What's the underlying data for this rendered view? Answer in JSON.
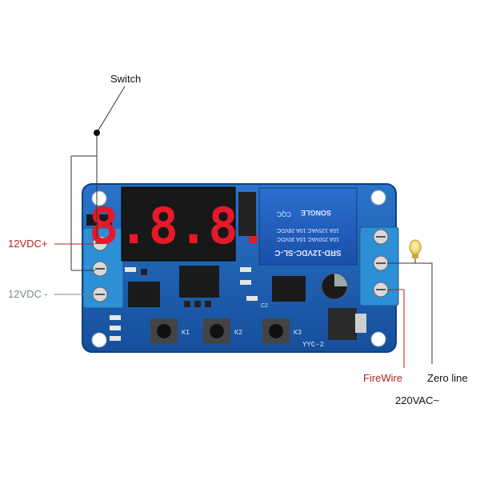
{
  "labels": {
    "switch": "Switch",
    "vdc_plus": "12VDC+",
    "vdc_minus": "12VDC -",
    "firewire": "FireWire",
    "zero_line": "Zero line",
    "vac": "220VAC~"
  },
  "board": {
    "display_digits": "8.8.8.",
    "relay_line1": "SRD-12VDC-SL-C",
    "relay_line2": "10A 250VAC  10A 30VDC",
    "relay_line3": "10A 125VAC  10A 28VDC",
    "relay_brand": "SONGLE",
    "relay_cert": "CQC",
    "board_model": "YYC-2",
    "button_labels": [
      "K1",
      "K2",
      "K3"
    ],
    "cap_label": "C2"
  },
  "colors": {
    "board": "#1a5fb4",
    "terminal": "#2d8fd6",
    "display_red": "#e8182a",
    "wire_red": "#b52222",
    "wire_gray": "#7a8a99"
  }
}
